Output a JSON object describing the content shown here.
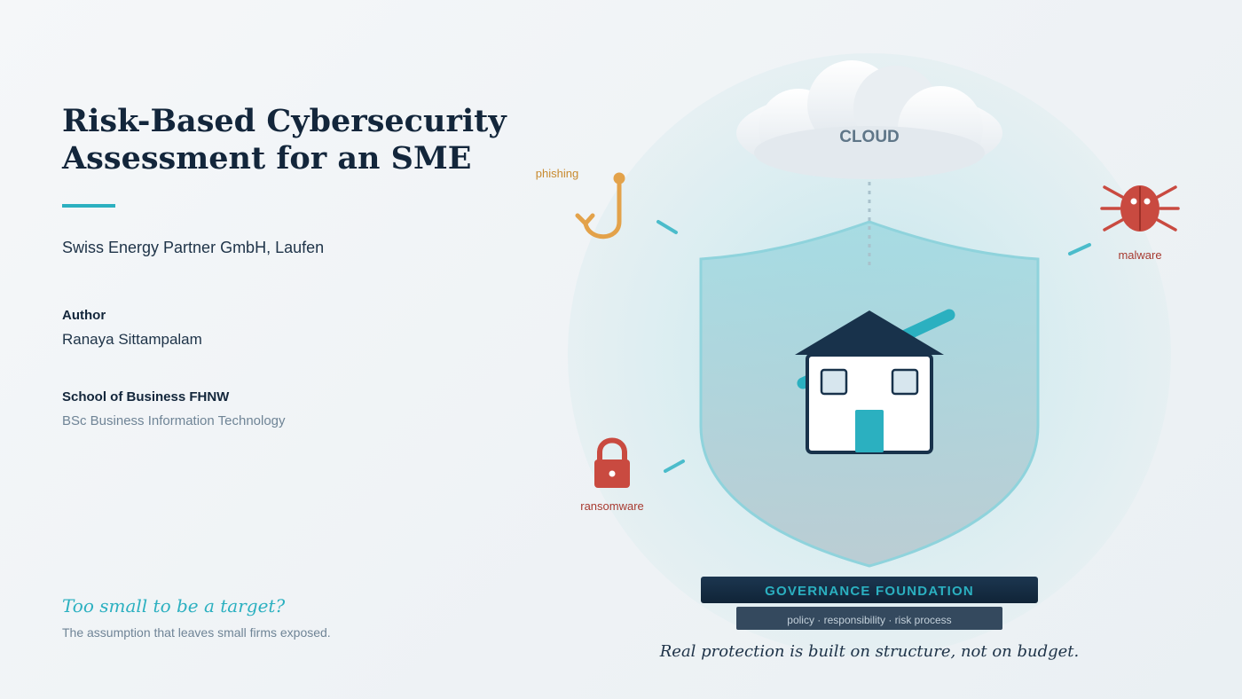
{
  "title": {
    "line1": "Risk-Based Cybersecurity",
    "line2": "Assessment for an SME"
  },
  "company": "Swiss Energy Partner GmbH, Laufen",
  "author": {
    "label": "Author",
    "name": "Ranaya Sittampalam"
  },
  "school": {
    "label": "School of Business FHNW",
    "program": "BSc Business Information Technology"
  },
  "hook": {
    "question": "Too small to be a target?",
    "subtext": "The assumption that leaves small firms exposed."
  },
  "diagram": {
    "cloud_label": "CLOUD",
    "threats": {
      "phishing": "phishing",
      "malware": "malware",
      "ransomware": "ransomware"
    },
    "foundation": {
      "title": "GOVERNANCE FOUNDATION",
      "subtitle": "policy · responsibility · risk process"
    },
    "tagline": "Real protection is built on structure, not on budget.",
    "icons": [
      "cloud-icon",
      "fishhook-icon",
      "bug-icon",
      "padlock-icon",
      "shield-icon",
      "house-icon"
    ]
  },
  "colors": {
    "accent": "#2bb0c0",
    "navy": "#13263b",
    "threat_red": "#c94a40",
    "phishing_orange": "#e3a24a"
  }
}
